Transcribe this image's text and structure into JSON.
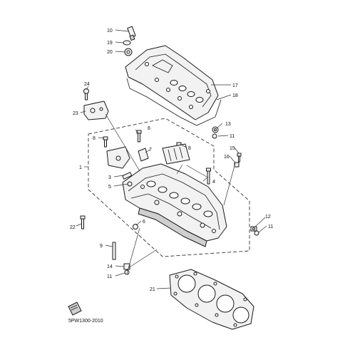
{
  "diagram_code": "5PW1300-2010",
  "callouts": {
    "c1": "1",
    "c3": "3",
    "c4": "4",
    "c5": "5",
    "c6": "6",
    "c7": "7",
    "c8a": "8",
    "c8b": "8",
    "c8c": "8",
    "c9": "9",
    "c10": "10",
    "c11a": "11",
    "c11b": "11",
    "c11c": "11",
    "c12": "12",
    "c13": "13",
    "c14": "14",
    "c15": "15",
    "c16": "16",
    "c17": "17",
    "c18": "18",
    "c19": "19",
    "c20": "20",
    "c21": "21",
    "c22": "22",
    "c23": "23",
    "c24": "24"
  }
}
